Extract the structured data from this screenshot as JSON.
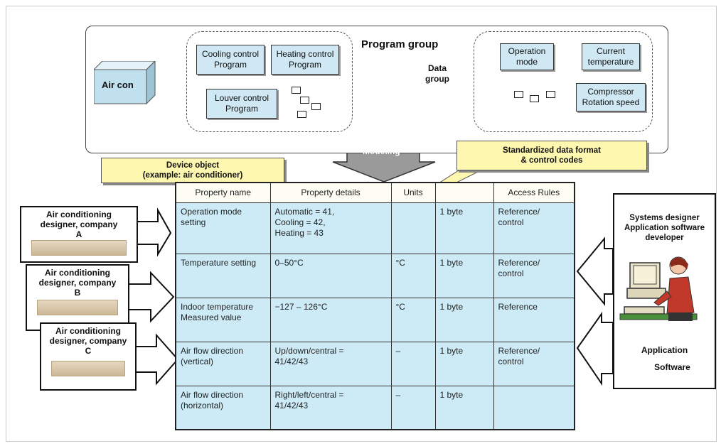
{
  "top": {
    "program_group_label": "Program group",
    "data_group_label": "Data\ngroup",
    "aircon_label": "Air con",
    "programs": [
      "Cooling control Program",
      "Heating control Program",
      "Louver control Program"
    ],
    "data_items": [
      "Operation mode",
      "Current temperature",
      "Compressor Rotation speed"
    ],
    "modeling_label": "Modeling"
  },
  "callouts": {
    "standardized": "Standardized data format\n& control codes",
    "device_object_line1": "Device object",
    "device_object_line2": "(example: air conditioner)"
  },
  "table": {
    "headers": [
      "Property name",
      "Property details",
      "Units",
      "",
      "Access Rules"
    ],
    "rows": [
      [
        "Operation mode setting",
        "Automatic = 41,\nCooling = 42,\nHeating = 43",
        "",
        "1 byte",
        "Reference/\ncontrol"
      ],
      [
        "Temperature setting",
        "0–50°C",
        "°C",
        "1 byte",
        "Reference/\ncontrol"
      ],
      [
        "Indoor temperature Measured value",
        "−127 – 126°C",
        "°C",
        "1 byte",
        "Reference"
      ],
      [
        "Air flow direction (vertical)",
        "Up/down/central =\n41/42/43",
        "–",
        "1 byte",
        "Reference/\ncontrol"
      ],
      [
        "Air flow direction (horizontal)",
        "Right/left/central =\n41/42/43",
        "–",
        "1 byte",
        ""
      ]
    ]
  },
  "companies": [
    {
      "line1": "Air conditioning",
      "line2": "designer, company",
      "letter": "A"
    },
    {
      "line1": "Air conditioning",
      "line2": "designer, company",
      "letter": "B"
    },
    {
      "line1": "Air conditioning",
      "line2": "designer, company",
      "letter": "C"
    }
  ],
  "developer": {
    "title": "Systems designer\nApplication software\ndeveloper",
    "app_line1": "Application",
    "app_line2": "Software"
  },
  "colors": {
    "box_fill": "#cfe8f3",
    "table_fill": "#ccebf7",
    "callout_fill": "#fdf7b0",
    "arrow_gray": "#9a9a9a"
  }
}
